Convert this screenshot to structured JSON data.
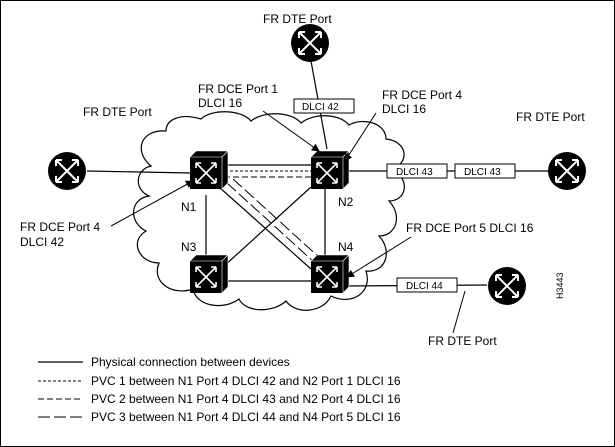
{
  "labels": {
    "top_dte": "FR DTE Port",
    "left_dte": "FR DTE Port",
    "right_dte": "FR DTE Port",
    "bottom_dte": "FR DTE Port",
    "dce_n2_port1_line1": "FR DCE Port 1",
    "dce_n2_port1_line2": "DLCI 16",
    "dce_n2_port4_line1": "FR DCE Port 4",
    "dce_n2_port4_line2": "DLCI 16",
    "dce_n1_port4_line1": "FR DCE Port 4",
    "dce_n1_port4_line2": "DLCI 42",
    "dce_n4_port5": "FR DCE Port 5 DLCI 16"
  },
  "nodes": {
    "n1": "N1",
    "n2": "N2",
    "n3": "N3",
    "n4": "N4"
  },
  "dlci_tags": {
    "top": "DLCI 42",
    "right_a": "DLCI 43",
    "right_b": "DLCI 43",
    "bottom": "DLCI 44"
  },
  "figure_id": "H3443",
  "legend": [
    {
      "style": "solid",
      "text": "Physical connection between devices"
    },
    {
      "style": "pvc1",
      "text": "PVC 1 between N1 Port 4 DLCI 42 and N2 Port 1 DLCI 16"
    },
    {
      "style": "pvc2",
      "text": "PVC 2 between N1 Port 4 DLCI 43 and N2 Port 4 DLCI 16"
    },
    {
      "style": "pvc3",
      "text": "PVC 3 between N1 Port 4 DLCI 44 and N4 Port 5 DLCI 16"
    }
  ]
}
